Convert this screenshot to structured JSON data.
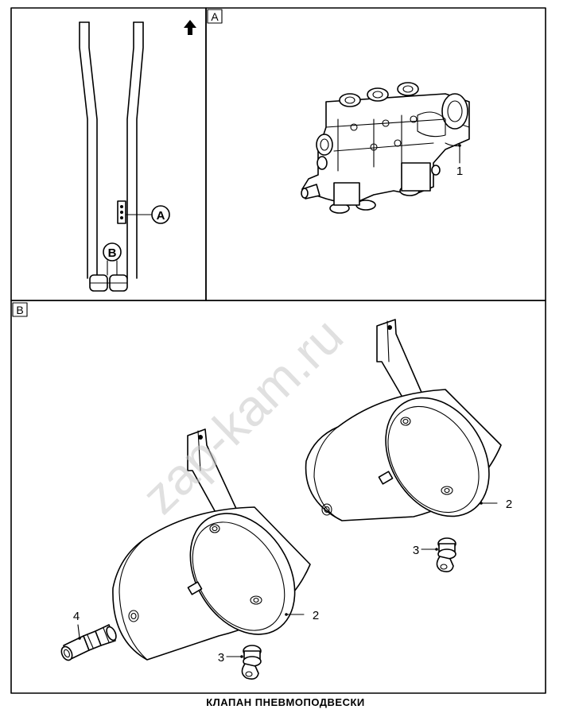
{
  "diagram": {
    "caption": "КЛАПАН ПНЕВМОПОДВЕСКИ",
    "watermark": "zap-kam.ru",
    "panels": [
      {
        "id": "A",
        "label": "A"
      },
      {
        "id": "B",
        "label": "B"
      }
    ],
    "markers": {
      "a": "A",
      "b": "B"
    },
    "callouts": {
      "valve": "1",
      "receiver_right": "2",
      "receiver_left": "2",
      "drain_right": "3",
      "drain_left": "3",
      "union": "4"
    }
  }
}
